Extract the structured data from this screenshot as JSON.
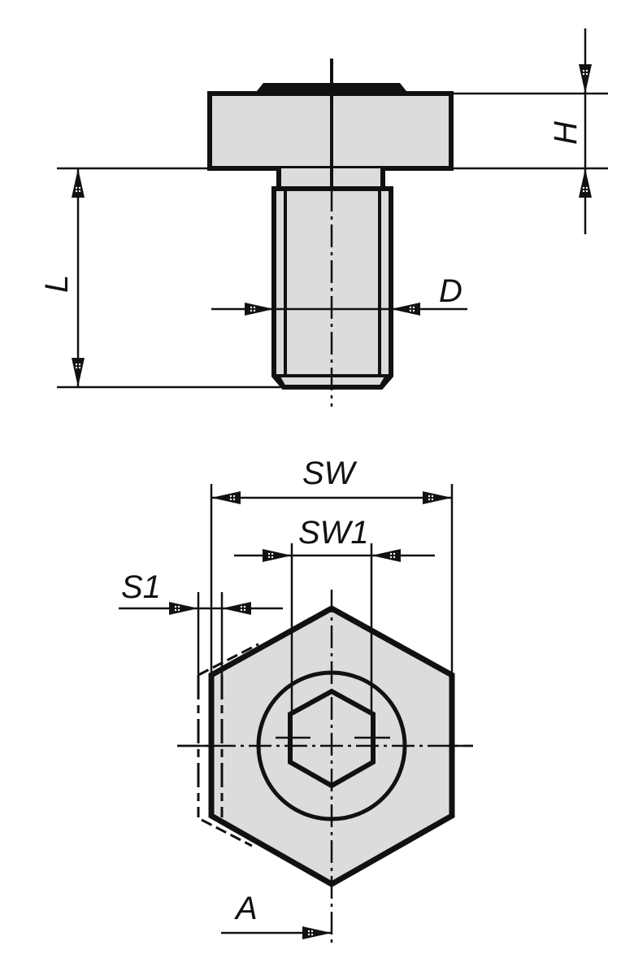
{
  "drawing": {
    "title": "Hex screw plug technical drawing",
    "colors": {
      "line": "#111111",
      "fill": "#dcdcdc",
      "background": "#ffffff"
    },
    "side_view": {
      "dimensions": {
        "H": "H",
        "L": "L",
        "D": "D"
      }
    },
    "top_view": {
      "dimensions": {
        "SW": "SW",
        "SW1": "SW1",
        "S1": "S1",
        "A": "A"
      }
    }
  }
}
